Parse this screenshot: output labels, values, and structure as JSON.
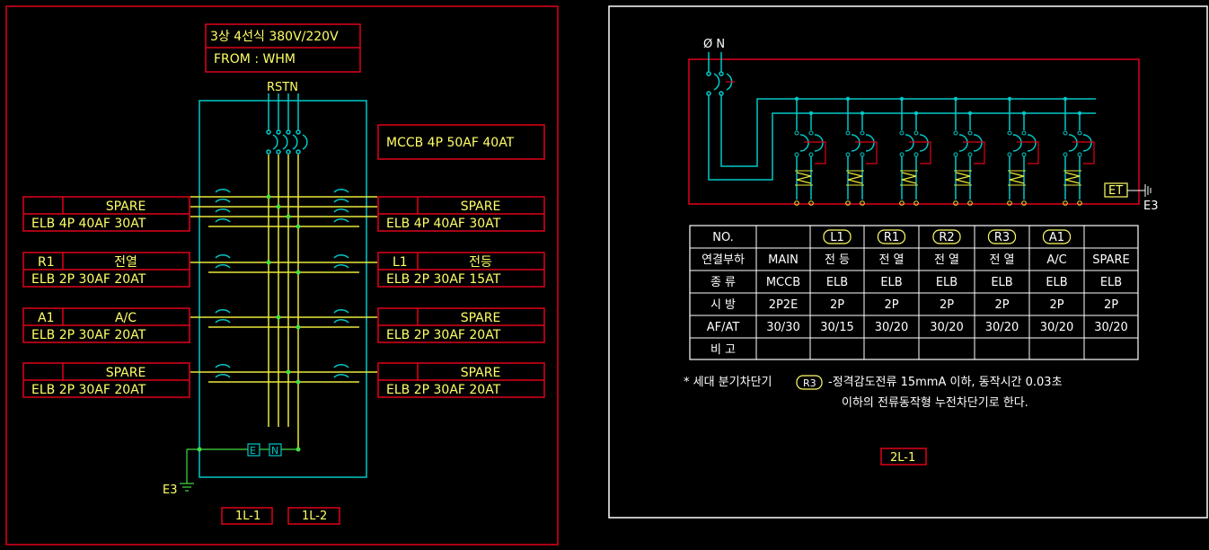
{
  "colors": {
    "background": "#000000",
    "frame_red": "#e0001b",
    "wire_cyan": "#00c8c8",
    "bus_yellow": "#e8e83a",
    "junction_green": "#44dd44",
    "text_yellow": "#ffff66",
    "text_white": "#ffffff"
  },
  "left_panel": {
    "header_line1": "3상 4선식 380V/220V",
    "header_line2": "FROM : WHM",
    "bus_label": "RSTN",
    "main_breaker": "MCCB 4P 50AF 40AT",
    "earth_box_e": "E",
    "earth_box_n": "N",
    "earth_label": "E3",
    "sheet_tag_1": "1L-1",
    "sheet_tag_2": "1L-2",
    "branches_left": [
      {
        "code": "",
        "load": "SPARE",
        "rating": "ELB 4P 40AF 30AT"
      },
      {
        "code": "R1",
        "load": "전열",
        "rating": "ELB 2P 30AF 20AT"
      },
      {
        "code": "A1",
        "load": "A/C",
        "rating": "ELB 2P 30AF 20AT"
      },
      {
        "code": "",
        "load": "SPARE",
        "rating": "ELB 2P 30AF 20AT"
      }
    ],
    "branches_right": [
      {
        "code": "",
        "load": "SPARE",
        "rating": "ELB 4P 40AF 30AT"
      },
      {
        "code": "L1",
        "load": "전등",
        "rating": "ELB 2P 30AF 15AT"
      },
      {
        "code": "",
        "load": "SPARE",
        "rating": "ELB 2P 30AF 20AT"
      },
      {
        "code": "",
        "load": "SPARE",
        "rating": "ELB 2P 30AF 20AT"
      }
    ]
  },
  "right_panel": {
    "phase_label": "Ø N",
    "et_label": "ET",
    "earth_label": "E3",
    "table": {
      "header_row": [
        "NO.",
        "",
        "L1",
        "R1",
        "R2",
        "R3",
        "A1",
        ""
      ],
      "rows": [
        [
          "연결부하",
          "MAIN",
          "전 등",
          "전 열",
          "전 열",
          "전 열",
          "A/C",
          "SPARE"
        ],
        [
          "종 류",
          "MCCB",
          "ELB",
          "ELB",
          "ELB",
          "ELB",
          "ELB",
          "ELB"
        ],
        [
          "시 방",
          "2P2E",
          "2P",
          "2P",
          "2P",
          "2P",
          "2P",
          "2P"
        ],
        [
          "AF/AT",
          "30/30",
          "30/15",
          "30/20",
          "30/20",
          "30/20",
          "30/20",
          "30/20"
        ],
        [
          "비 고",
          "",
          "",
          "",
          "",
          "",
          "",
          ""
        ]
      ]
    },
    "note_prefix": "* 세대 분기차단기",
    "note_tag": "R3",
    "note_line1": "-정격감도전류 15mmA 이하, 동작시간 0.03초",
    "note_line2": "이하의 전류동작형 누전차단기로 한다.",
    "sheet_tag": "2L-1"
  }
}
